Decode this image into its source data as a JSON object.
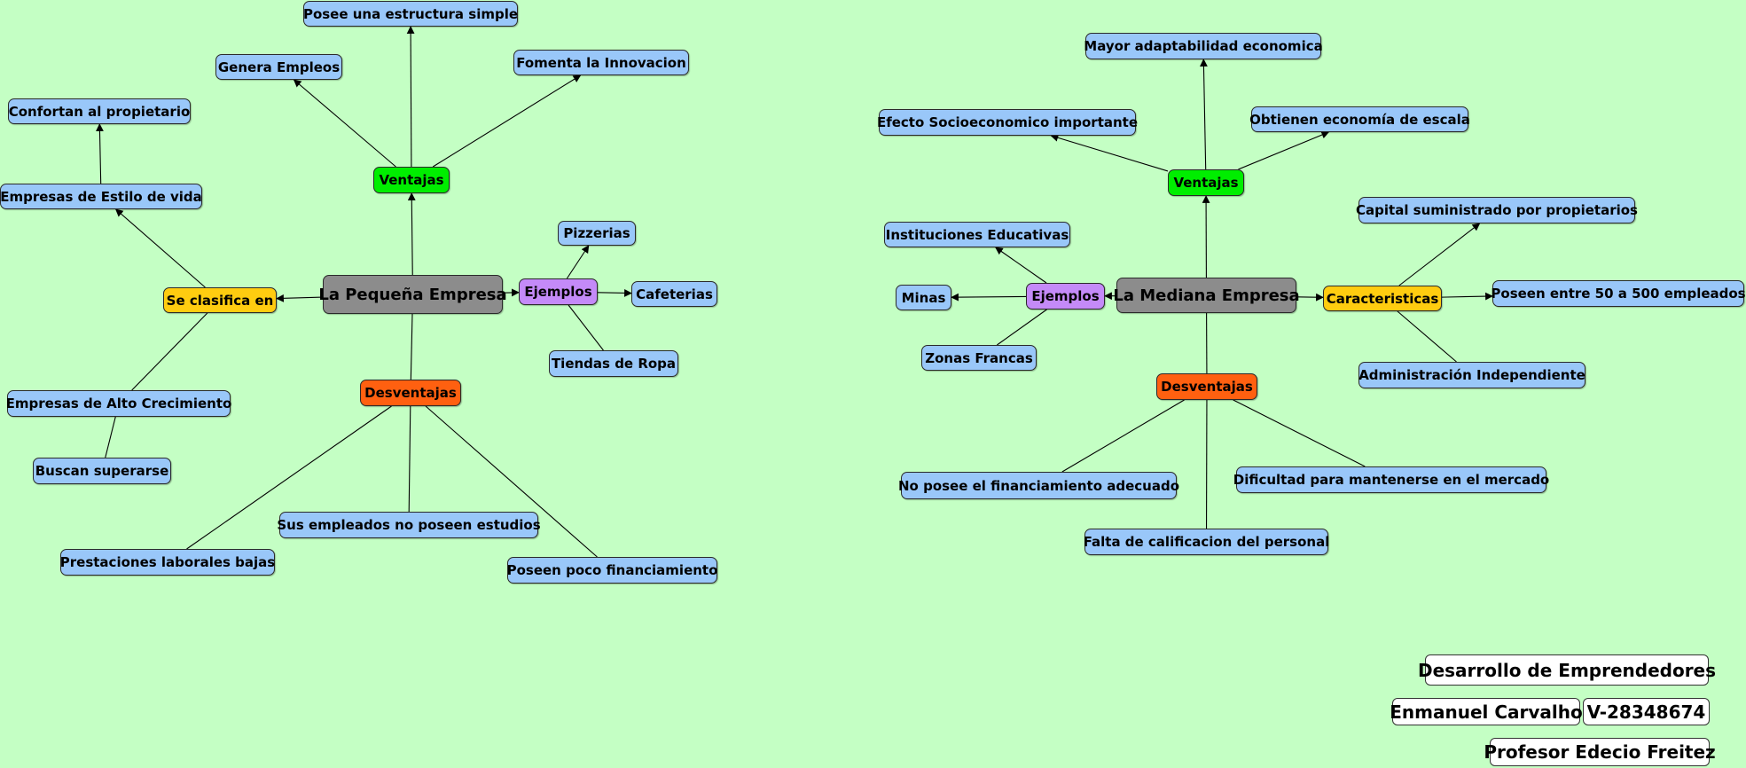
{
  "maps": [
    {
      "id": "pequena",
      "root": "La Pequeña Empresa",
      "branches": {
        "ventajas": {
          "label": "Ventajas",
          "items": [
            "Posee una estructura simple",
            "Genera Empleos",
            "Fomenta la Innovacion"
          ]
        },
        "clasifica": {
          "label": "Se clasifica en",
          "items": [
            "Empresas de Estilo de vida",
            "Confortan al propietario",
            "Empresas de Alto Crecimiento",
            "Buscan superarse"
          ]
        },
        "ejemplos": {
          "label": "Ejemplos",
          "items": [
            "Pizzerias",
            "Cafeterias",
            "Tiendas de Ropa"
          ]
        },
        "desventajas": {
          "label": "Desventajas",
          "items": [
            "Prestaciones laborales bajas",
            "Sus empleados no poseen estudios",
            "Poseen poco financiamiento"
          ]
        }
      }
    },
    {
      "id": "mediana",
      "root": "La Mediana Empresa",
      "branches": {
        "ventajas": {
          "label": "Ventajas",
          "items": [
            "Mayor adaptabilidad economica",
            "Efecto Socioeconomico importante",
            "Obtienen economía de escala"
          ]
        },
        "ejemplos": {
          "label": "Ejemplos",
          "items": [
            "Instituciones Educativas",
            "Minas",
            "Zonas Francas"
          ]
        },
        "caracteristicas": {
          "label": "Caracteristicas",
          "items": [
            "Capital suministrado por propietarios",
            "Poseen entre 50 a 500 empleados",
            "Administración Independiente"
          ]
        },
        "desventajas": {
          "label": "Desventajas",
          "items": [
            "No posee el financiamiento adecuado",
            "Falta de calificacion del personal",
            "Dificultad para mantenerse en el mercado"
          ]
        }
      }
    }
  ],
  "credits": {
    "course": "Desarrollo de Emprendedores",
    "author": "Enmanuel Carvalho",
    "id_number": "V-28348674",
    "professor": "Profesor Edecio Freitez"
  },
  "colors": {
    "background": "#c4ffc4",
    "leaf": "#99c7f9",
    "ventajas": "#00ee00",
    "desventajas": "#ff6010",
    "ejemplos": "#c48af8",
    "clasifica": "#ffcc10",
    "root": "#8c8c8c"
  }
}
